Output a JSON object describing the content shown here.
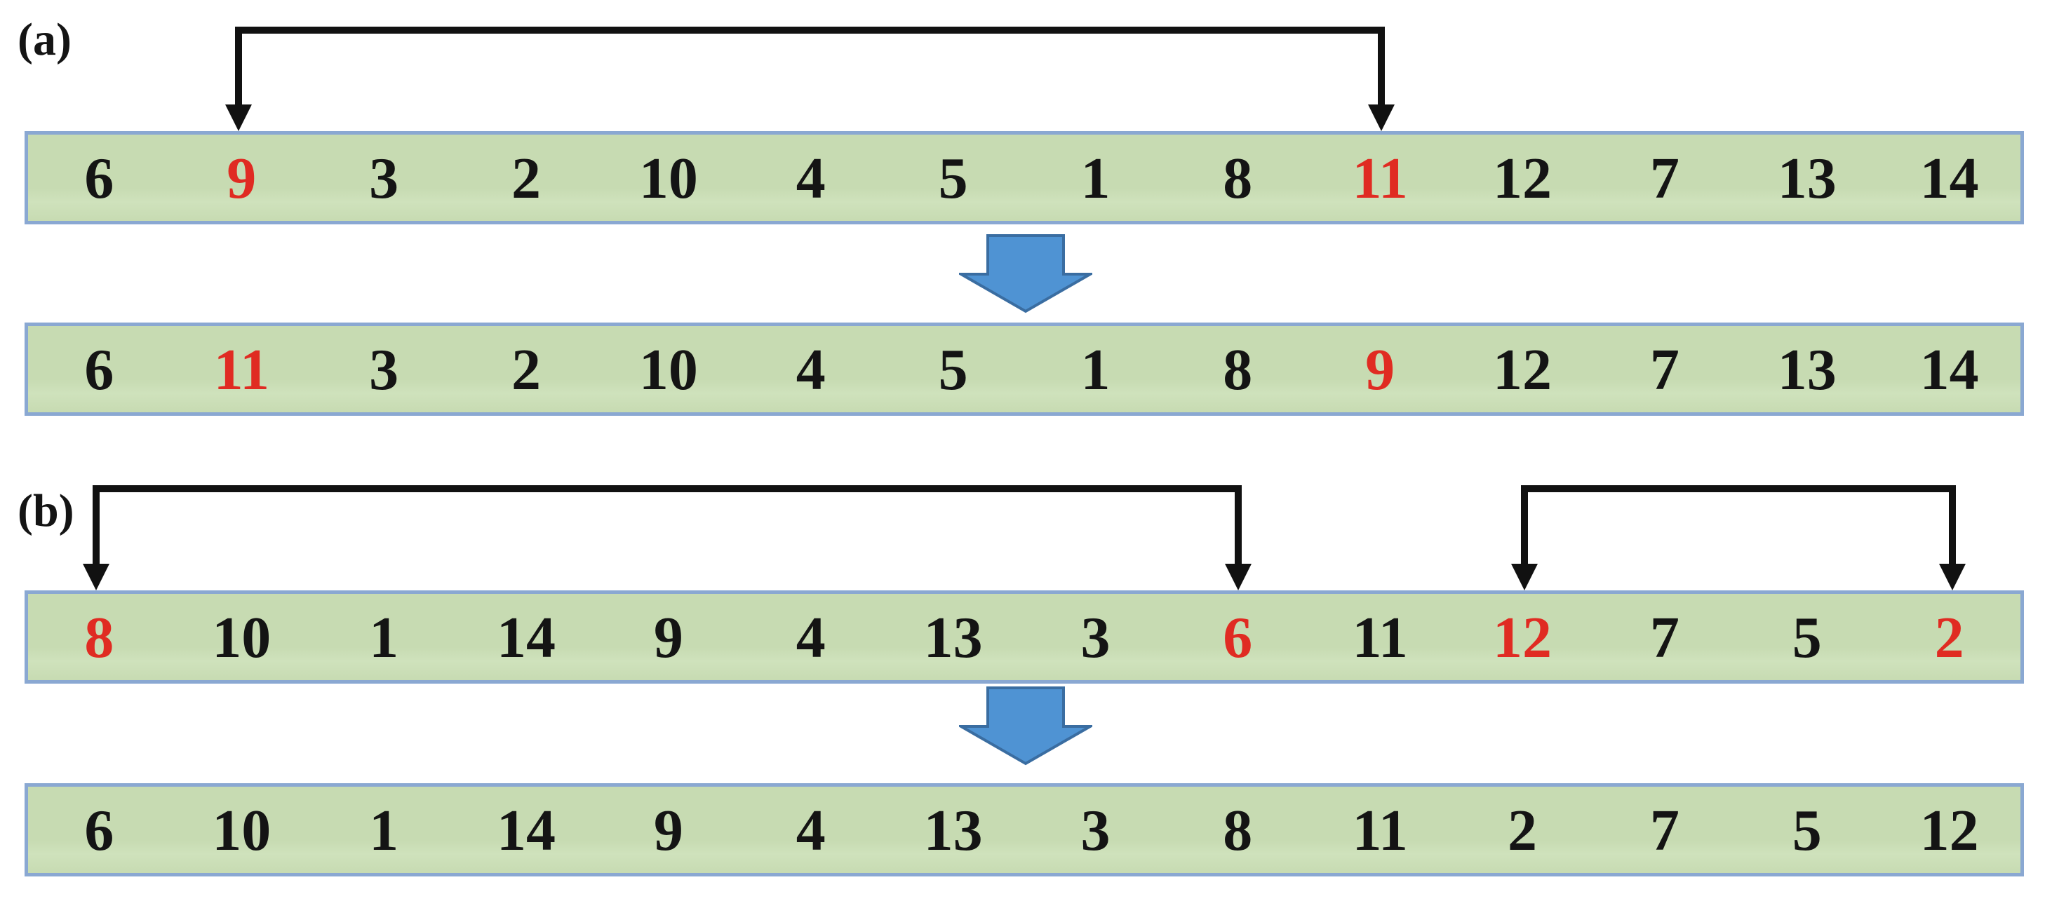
{
  "figure": {
    "type": "swap-mutation-diagram",
    "colors": {
      "array_fill": "#c7dbb2",
      "array_fill_light": "#cfe2bc",
      "array_border": "#8aa8d2",
      "number_ink": "#141414",
      "highlight_red": "#e02b22",
      "connector_black": "#111111",
      "big_arrow_fill": "#4f93d3",
      "big_arrow_stroke": "#3a6da1",
      "background": "#ffffff"
    },
    "panels": [
      {
        "id": "a",
        "label": "(a)",
        "rows": [
          {
            "name": "before",
            "values": [
              "6",
              "9",
              "3",
              "2",
              "10",
              "4",
              "5",
              "1",
              "8",
              "11",
              "12",
              "7",
              "13",
              "14"
            ],
            "red_indices": [
              1,
              9
            ]
          },
          {
            "name": "after",
            "values": [
              "6",
              "11",
              "3",
              "2",
              "10",
              "4",
              "5",
              "1",
              "8",
              "9",
              "12",
              "7",
              "13",
              "14"
            ],
            "red_indices": [
              1,
              9
            ]
          }
        ],
        "swap_arrows": [
          {
            "from_index": 1,
            "to_index": 9
          }
        ]
      },
      {
        "id": "b",
        "label": "(b)",
        "rows": [
          {
            "name": "before",
            "values": [
              "8",
              "10",
              "1",
              "14",
              "9",
              "4",
              "13",
              "3",
              "6",
              "11",
              "12",
              "7",
              "5",
              "2"
            ],
            "red_indices": [
              0,
              8,
              10,
              13
            ]
          },
          {
            "name": "after",
            "values": [
              "6",
              "10",
              "1",
              "14",
              "9",
              "4",
              "13",
              "3",
              "8",
              "11",
              "2",
              "7",
              "5",
              "12"
            ],
            "red_indices": []
          }
        ],
        "swap_arrows": [
          {
            "from_index": 0,
            "to_index": 8
          },
          {
            "from_index": 10,
            "to_index": 13
          }
        ]
      }
    ]
  }
}
